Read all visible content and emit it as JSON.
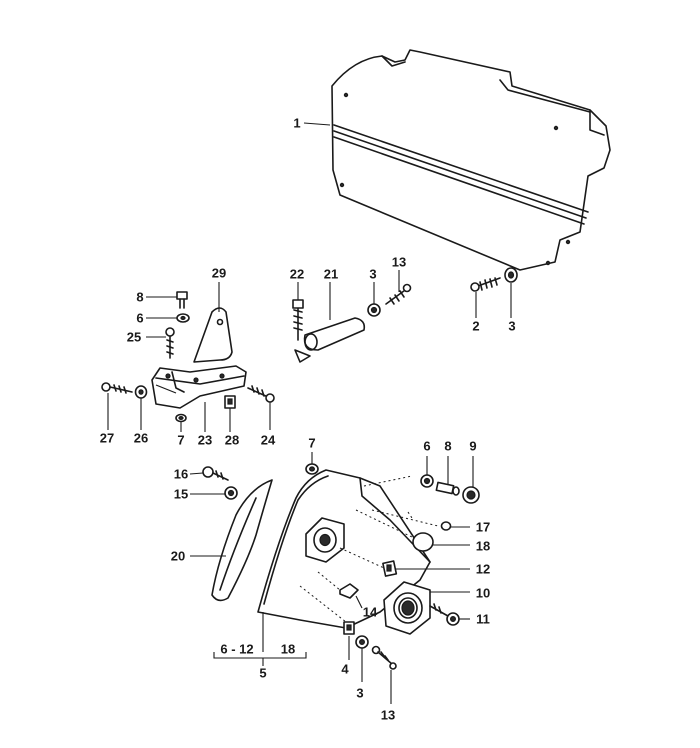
{
  "callouts": [
    {
      "id": "c1",
      "text": "1"
    },
    {
      "id": "c2",
      "text": "2"
    },
    {
      "id": "c3a",
      "text": "3"
    },
    {
      "id": "c29",
      "text": "29"
    },
    {
      "id": "c22",
      "text": "22"
    },
    {
      "id": "c21",
      "text": "21"
    },
    {
      "id": "c3b",
      "text": "3"
    },
    {
      "id": "c13a",
      "text": "13"
    },
    {
      "id": "c8a",
      "text": "8"
    },
    {
      "id": "c6a",
      "text": "6"
    },
    {
      "id": "c25",
      "text": "25"
    },
    {
      "id": "c27",
      "text": "27"
    },
    {
      "id": "c26",
      "text": "26"
    },
    {
      "id": "c7a",
      "text": "7"
    },
    {
      "id": "c23",
      "text": "23"
    },
    {
      "id": "c28",
      "text": "28"
    },
    {
      "id": "c24",
      "text": "24"
    },
    {
      "id": "c7b",
      "text": "7"
    },
    {
      "id": "c6b",
      "text": "6"
    },
    {
      "id": "c8b",
      "text": "8"
    },
    {
      "id": "c9",
      "text": "9"
    },
    {
      "id": "c16",
      "text": "16"
    },
    {
      "id": "c15",
      "text": "15"
    },
    {
      "id": "c17",
      "text": "17"
    },
    {
      "id": "c18",
      "text": "18"
    },
    {
      "id": "c20",
      "text": "20"
    },
    {
      "id": "c12",
      "text": "12"
    },
    {
      "id": "c10",
      "text": "10"
    },
    {
      "id": "c11",
      "text": "11"
    },
    {
      "id": "c14",
      "text": "14"
    },
    {
      "id": "c612",
      "text": "6 - 12"
    },
    {
      "id": "c18b",
      "text": "18"
    },
    {
      "id": "c5",
      "text": "5"
    },
    {
      "id": "c4",
      "text": "4"
    },
    {
      "id": "c3c",
      "text": "3"
    },
    {
      "id": "c13b",
      "text": "13"
    }
  ]
}
